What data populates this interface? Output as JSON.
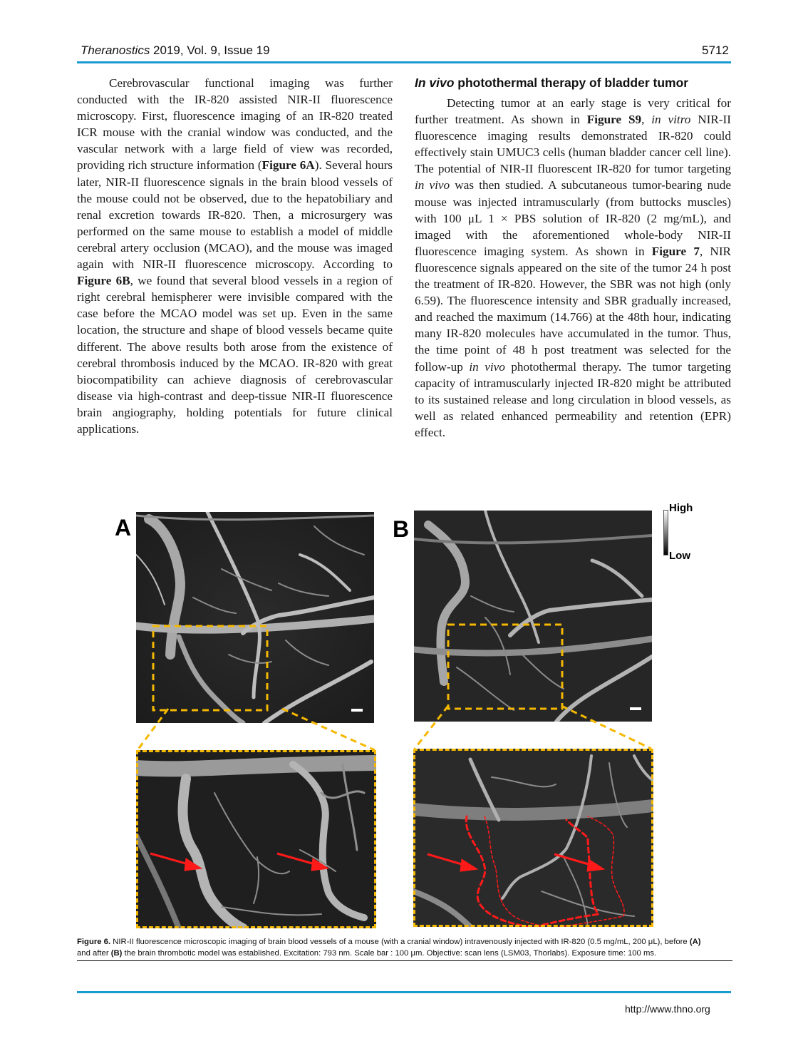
{
  "header": {
    "journal": "Theranostics",
    "citation": " 2019, Vol. 9, Issue 19",
    "page_number": "5712",
    "rule_color": "#1a9bd0"
  },
  "left_column": {
    "paragraph": [
      "Cerebrovascular functional imaging was further conducted with the IR-820 assisted NIR-II fluorescence microscopy. First, fluorescence imaging of an IR-820 treated ICR mouse with the cranial window was conducted, and the vascular network with a large field of view was recorded, providing rich structure information (",
      "Figure 6A",
      "). Several hours later, NIR-II fluorescence signals in the brain blood vessels of the mouse could not be observed, due to the hepatobiliary and renal excretion towards IR-820. Then, a microsurgery was performed on the same mouse to establish a model of middle cerebral artery occlusion (MCAO), and the mouse was imaged again with NIR-II fluorescence microscopy. According to ",
      "Figure 6B",
      ", we found that several blood vessels in a region of right cerebral hemispherer were invisible compared with the case before the MCAO model was set up. Even in the same location, the structure and shape of blood vessels became quite different. The above results both arose from the existence of cerebral thrombosis induced by the MCAO. IR-820 with great biocompatibility can achieve diagnosis of cerebrovascular disease via high-contrast and deep-tissue NIR-II fluorescence brain angiography, holding potentials for future clinical applications."
    ]
  },
  "right_column": {
    "section_title_italic": "In vivo",
    "section_title_rest": " photothermal therapy of bladder tumor",
    "paragraph": [
      "Detecting tumor at an early stage is very critical for further treatment. As shown in ",
      "Figure S9",
      ", ",
      "in vitro",
      " NIR-II fluorescence imaging results demonstrated IR-820 could effectively stain UMUC3 cells (human bladder cancer cell line). The potential of NIR-II fluorescent IR-820 for tumor targeting ",
      "in vivo",
      " was then studied. A subcutaneous tumor-bearing nude mouse was injected intramuscularly (from buttocks muscles) with 100 μL 1 × PBS solution of IR-820 (2 mg/mL), and imaged with the aforementioned whole-body NIR-II fluorescence imaging system. As shown in ",
      "Figure 7",
      ", NIR fluorescence signals appeared on the site of the tumor 24 h post the treatment of IR-820. However, the SBR was not high (only 6.59). The fluorescence intensity and SBR gradually increased, and reached the maximum (14.766) at the 48th hour, indicating many IR-820 molecules have accumulated in the tumor. Thus, the time point of 48 h post treatment was selected for the follow-up ",
      "in vivo",
      " photothermal therapy. The tumor targeting capacity of intramuscularly injected IR-820 might be attributed to its sustained release and long circulation in blood vessels, as well as related enhanced permeability and retention (EPR) effect."
    ]
  },
  "figure": {
    "panel_a_label": "A",
    "panel_b_label": "B",
    "colorbar_high": "High",
    "colorbar_low": "Low",
    "roi_color": "#f5b800",
    "arrow_color": "#ff1a1a",
    "caption": {
      "label": "Figure 6.",
      "text_1": " NIR-II fluorescence microscopic imaging of brain blood vessels of a mouse (with a cranial window) intravenously injected with IR-820 (0.5 mg/mL, 200 μL), before ",
      "ref_a": "(A)",
      "text_2": "and after ",
      "ref_b": "(B)",
      "text_3": " the brain thrombotic model was established. Excitation: 793 nm. Scale bar : 100 μm. Objective: scan lens (LSM03, Thorlabs). Exposure time: 100 ms."
    }
  },
  "footer": {
    "url": "http://www.thno.org"
  }
}
